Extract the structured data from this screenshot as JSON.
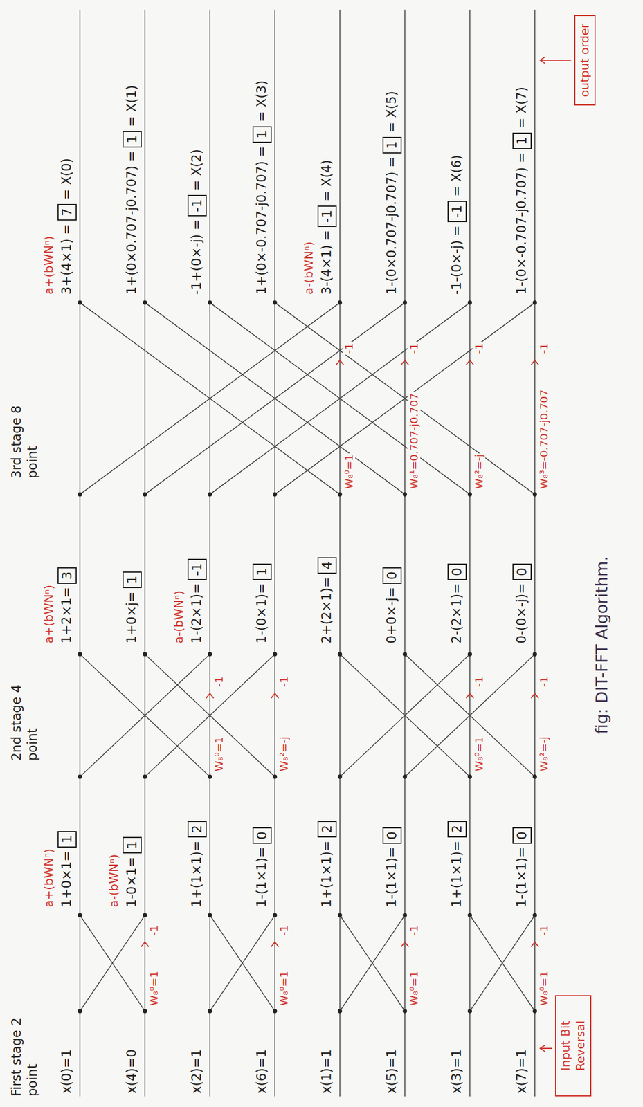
{
  "diagram": {
    "caption": "fig: DIT-FFT Algorithm.",
    "nodes": [
      {
        "text": [
          "1"
        ]
      },
      {
        "text": [
          "1"
        ]
      },
      {
        "text": [
          "2"
        ]
      },
      {
        "text": [
          "0"
        ]
      },
      {
        "text": [
          "2"
        ]
      },
      {
        "text": [
          "0"
        ]
      },
      {
        "text": [
          "2"
        ]
      },
      {
        "text": [
          "0"
        ]
      },
      {
        "text": [
          "3"
        ]
      },
      {
        "text": [
          "1"
        ]
      },
      {
        "text": [
          "-1"
        ]
      },
      {
        "text": [
          "1"
        ]
      },
      {
        "text": [
          "4"
        ]
      },
      {
        "text": [
          "0"
        ]
      },
      {
        "text": [
          "0"
        ]
      },
      {
        "text": [
          "0"
        ]
      },
      {
        "text": [
          "7"
        ]
      },
      {
        "text": [
          "1"
        ]
      },
      {
        "text": [
          "-1"
        ]
      },
      {
        "text": [
          "1"
        ]
      },
      {
        "text": [
          "-1"
        ]
      },
      {
        "text": [
          "1"
        ]
      },
      {
        "text": [
          "-1"
        ]
      },
      {
        "text": [
          "1"
        ]
      },
      {
        "text": [
          "Input Bit Reversal"
        ]
      },
      {
        "text": [
          "output order"
        ]
      }
    ],
    "labels": [
      "First stage 2 point",
      "2nd stage 4 point",
      "3rd stage 8 point",
      "x(0)=1",
      "x(4)=0",
      "x(2)=1",
      "x(6)=1",
      "x(1)=1",
      "x(5)=1",
      "x(3)=1",
      "x(7)=1",
      "a+(bWNⁿ)",
      "a-(bWNⁿ)",
      "1+0×1=",
      "1-0×1=",
      "1+(1×1)=",
      "1-(1×1)=",
      "1+(1×1)=",
      "1-(1×1)=",
      "1+(1×1)=",
      "1-(1×1)=",
      "a+(bWNⁿ)",
      "a-(bWNⁿ)",
      "1+2×1=",
      "1+0×j=",
      "1-(2×1)=",
      "1-(0×1)=",
      "2+(2×1)=",
      "0+0×-j=",
      "2-(2×1)=",
      "0-(0×-j)=",
      "a+(bWNⁿ)",
      "a-(bWNⁿ)",
      "3+(4×1) =",
      "1+(0×0.707-j0.707) =",
      "-1+(0×-j) =",
      "1+(0×-0.707-j0.707) =",
      "3-(4×1) =",
      "1-(0×0.707-j0.707) =",
      "-1-(0×-j) =",
      "1-(0×-0.707-j0.707) =",
      "= X(0)",
      "= X(1)",
      "= X(2)",
      "= X(3)",
      "= X(4)",
      "= X(5)",
      "= X(6)",
      "= X(7)",
      "W₈⁰=1",
      "W₈⁰=1",
      "W₈⁰=1",
      "W₈⁰=1",
      "-1",
      "-1",
      "-1",
      "-1",
      "W₈⁰=1",
      "W₈²=-j",
      "W₈⁰=1",
      "W₈²=-j",
      "-1",
      "-1",
      "-1",
      "-1",
      "W₈⁰=1",
      "W₈¹=0.707-j0.707",
      "W₈²=-j",
      "W₈³=-0.707-j0.707",
      "-1",
      "-1",
      "-1",
      "-1"
    ]
  }
}
